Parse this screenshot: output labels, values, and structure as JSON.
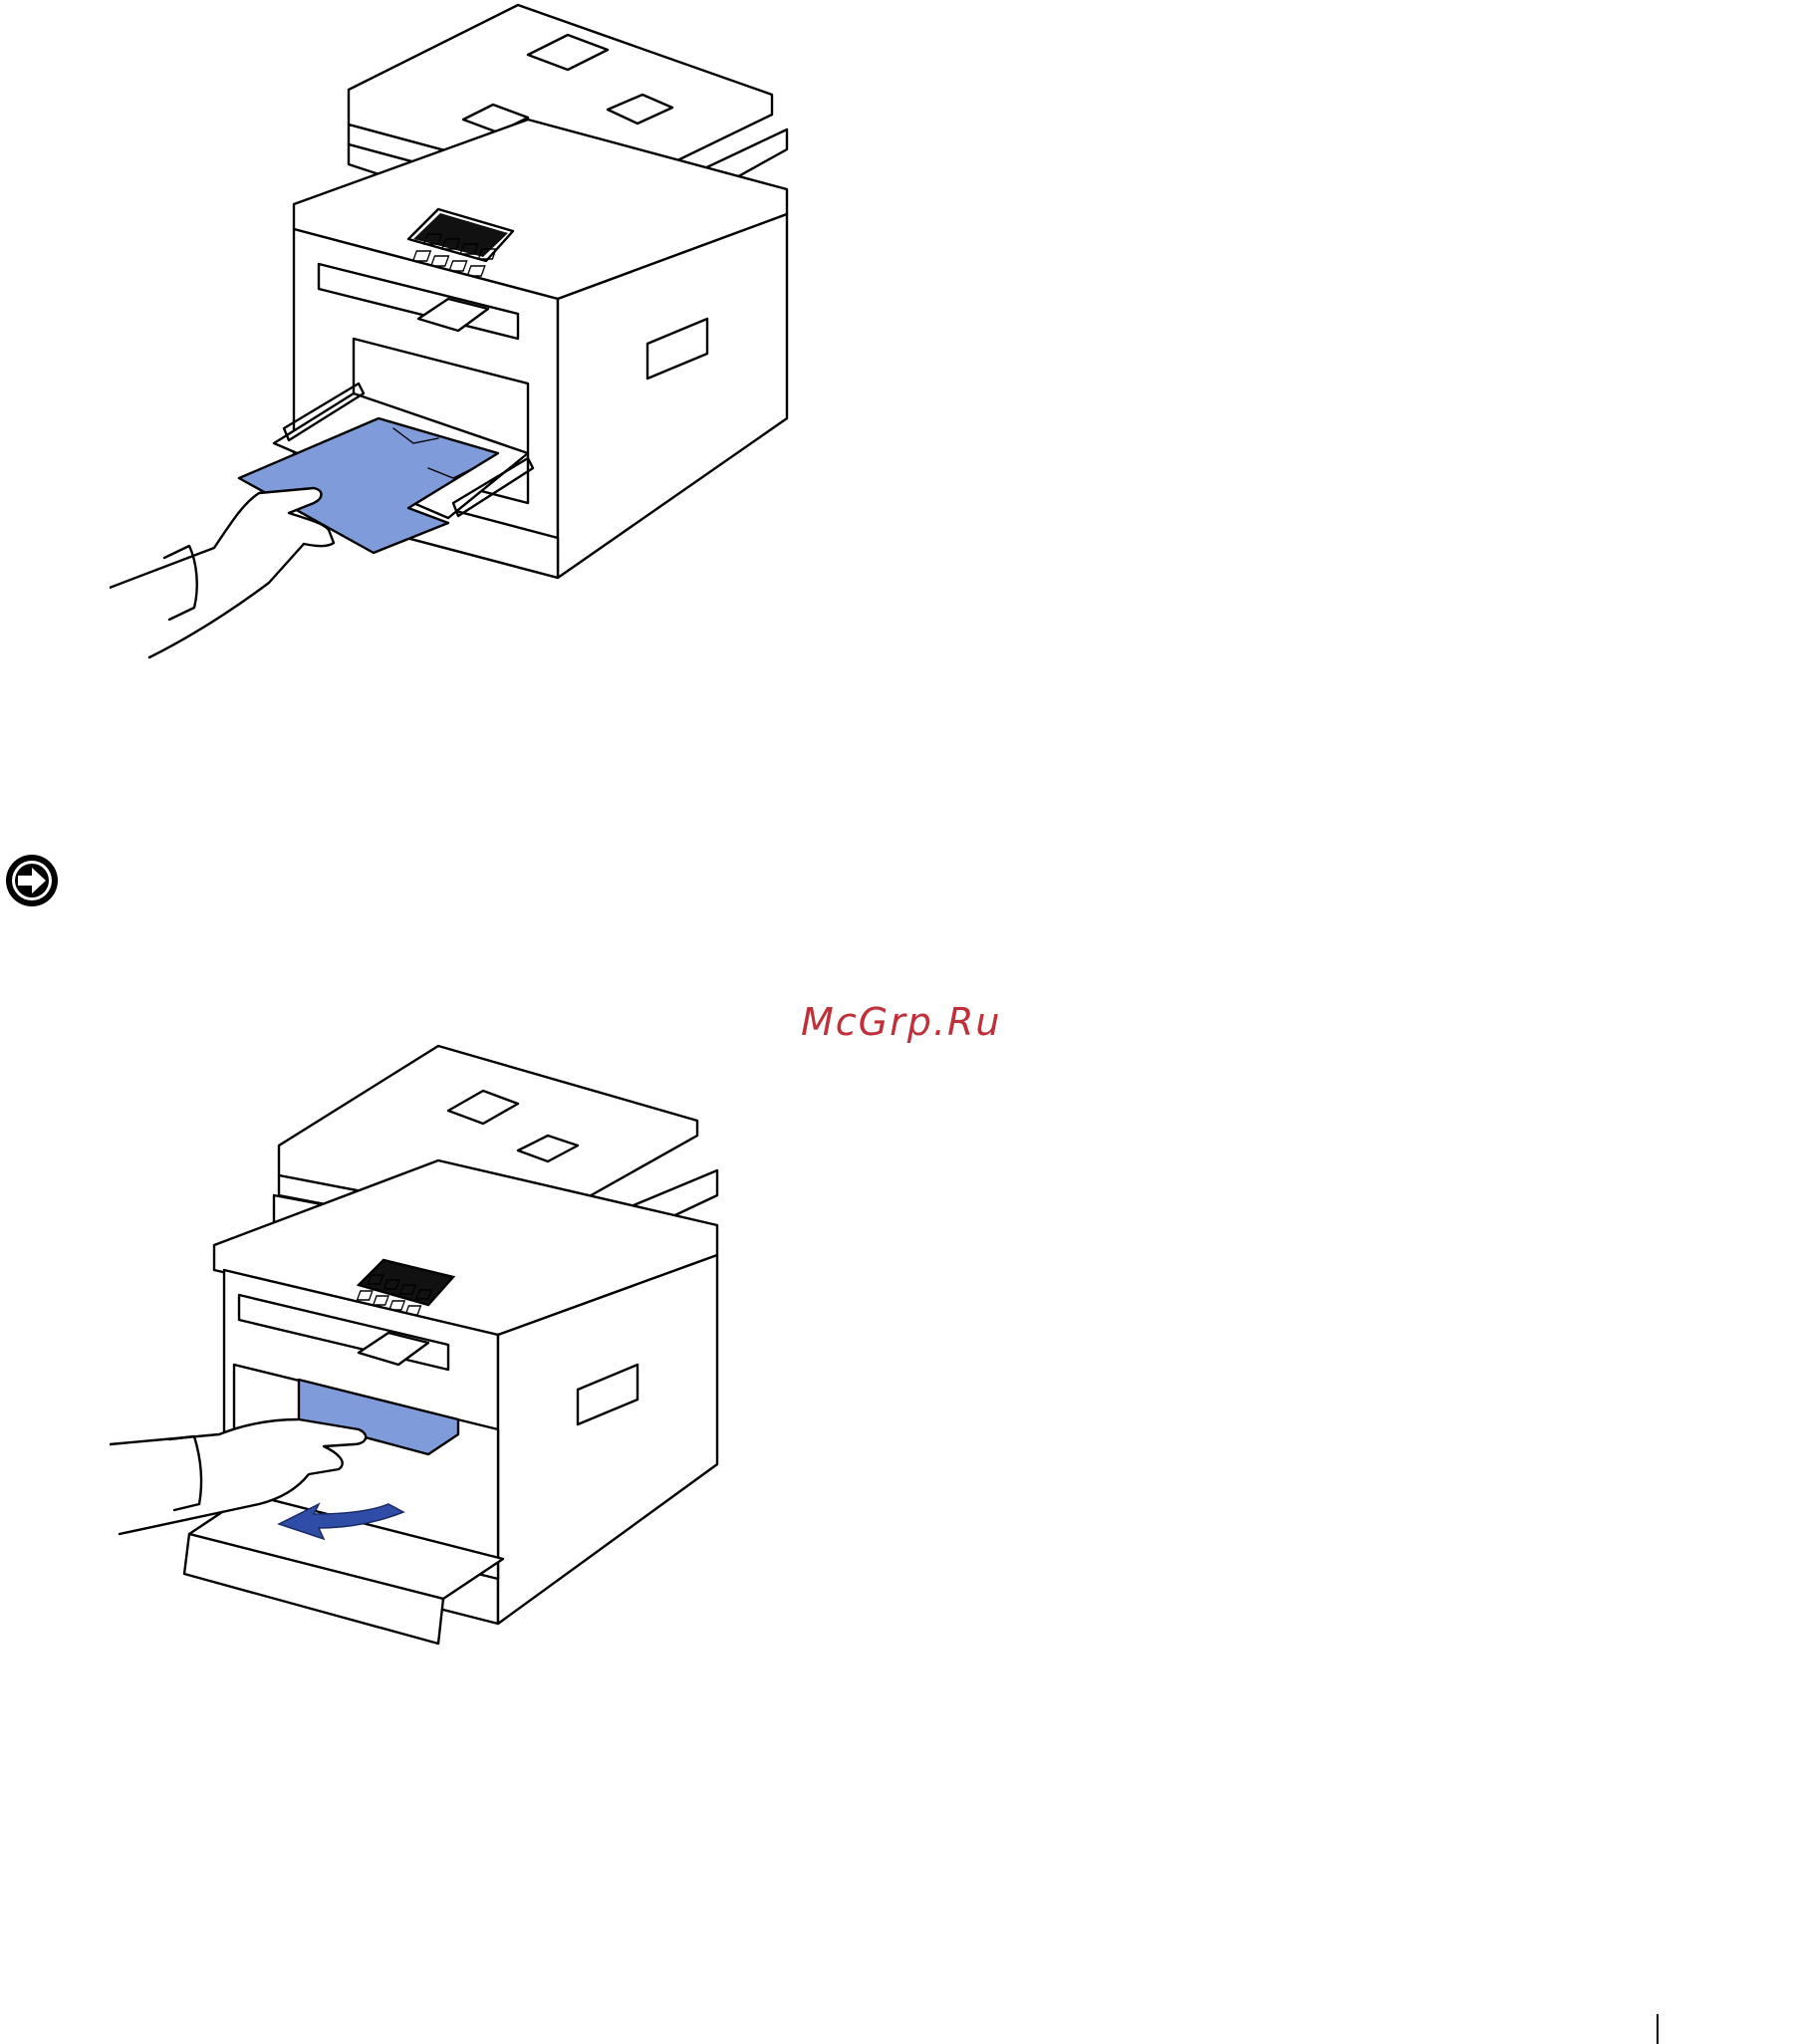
{
  "watermark": {
    "text": "McGrp.Ru",
    "color": "#c0303a"
  },
  "notice_icon": {
    "icon": "arrow-right-circle-icon",
    "color": "#000000"
  },
  "illustrations": [
    {
      "name": "printer-mpf-jam-removal",
      "icon": "printer-icon",
      "accent": "#7f9bd9"
    },
    {
      "name": "printer-front-cover-jam-removal",
      "icon": "printer-icon",
      "accent": "#7f9bd9"
    }
  ],
  "colors": {
    "paper_blue": "#7f9bd9",
    "arrow_blue": "#2f4da6",
    "line": "#000000",
    "background": "#ffffff"
  }
}
